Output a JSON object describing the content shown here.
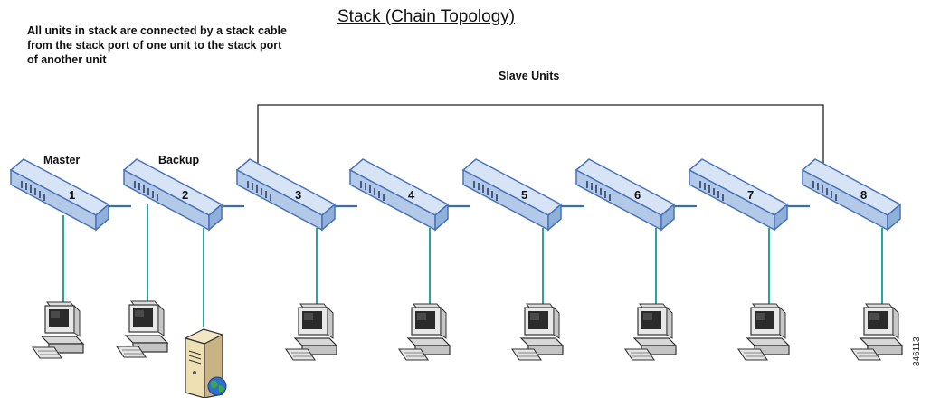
{
  "title": "Stack (Chain Topology)",
  "description": "All units in stack are connected by a stack cable from the stack port of one unit to the stack port of another unit",
  "group_label": "Slave Units",
  "units": [
    {
      "number": "1",
      "role": "Master"
    },
    {
      "number": "2",
      "role": "Backup"
    },
    {
      "number": "3",
      "role": ""
    },
    {
      "number": "4",
      "role": ""
    },
    {
      "number": "5",
      "role": ""
    },
    {
      "number": "6",
      "role": ""
    },
    {
      "number": "7",
      "role": ""
    },
    {
      "number": "8",
      "role": ""
    }
  ],
  "figure_id": "346113",
  "colors": {
    "switch_top": "#d6e4f5",
    "switch_front": "#b2c9e8",
    "switch_side": "#8fb0d8",
    "switch_outline": "#4a72b8",
    "stack_cable": "#3d6da8",
    "host_link": "#2aa39a",
    "bracket": "#222222"
  }
}
